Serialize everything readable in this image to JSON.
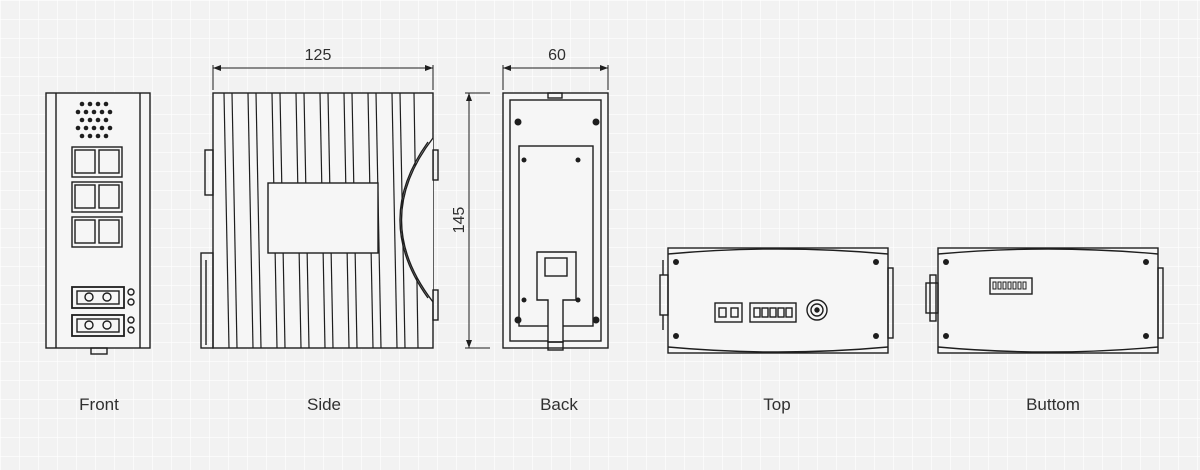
{
  "views": {
    "front": "Front",
    "side": "Side",
    "back": "Back",
    "top": "Top",
    "bottom": "Buttom"
  },
  "dimensions": {
    "width": "125",
    "depth": "60",
    "height": "145"
  },
  "colors": {
    "background": "#f2f2f2",
    "grid": "#ffffff",
    "outline": "#1e1e1e",
    "text": "#2f2f2f"
  }
}
